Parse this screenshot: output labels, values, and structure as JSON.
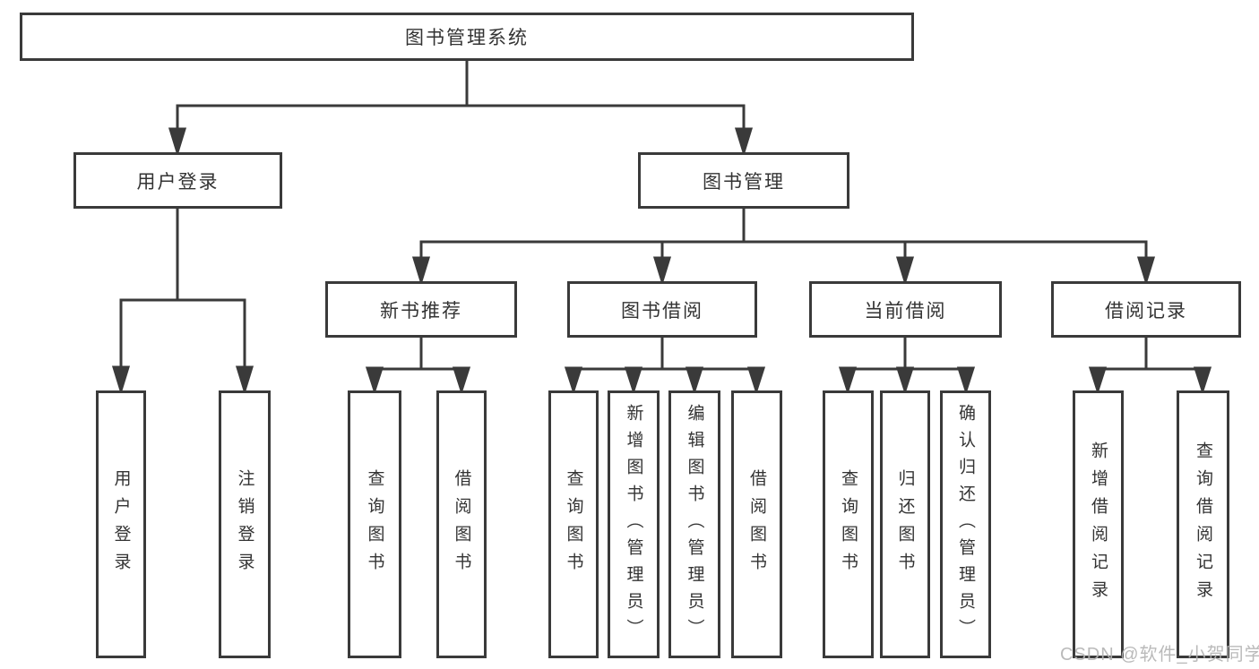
{
  "colors": {
    "line": "#3a3a3a",
    "text": "#333333",
    "background": "#ffffff",
    "watermark": "#b3b3b3"
  },
  "watermark": "CSDN @软件_小贺同学",
  "tree": {
    "root": {
      "label": "图书管理系统"
    },
    "children": [
      {
        "label": "用户登录",
        "children": [
          {
            "label": "用户登录"
          },
          {
            "label": "注销登录"
          }
        ]
      },
      {
        "label": "图书管理",
        "children": [
          {
            "label": "新书推荐",
            "children": [
              {
                "label": "查询图书"
              },
              {
                "label": "借阅图书"
              }
            ]
          },
          {
            "label": "图书借阅",
            "children": [
              {
                "label": "查询图书"
              },
              {
                "label": "新增图书（管理员）"
              },
              {
                "label": "编辑图书（管理员）"
              },
              {
                "label": "借阅图书"
              }
            ]
          },
          {
            "label": "当前借阅",
            "children": [
              {
                "label": "查询图书"
              },
              {
                "label": "归还图书"
              },
              {
                "label": "确认归还（管理员）"
              }
            ]
          },
          {
            "label": "借阅记录",
            "children": [
              {
                "label": "新增借阅记录"
              },
              {
                "label": "查询借阅记录"
              }
            ]
          }
        ]
      }
    ]
  }
}
